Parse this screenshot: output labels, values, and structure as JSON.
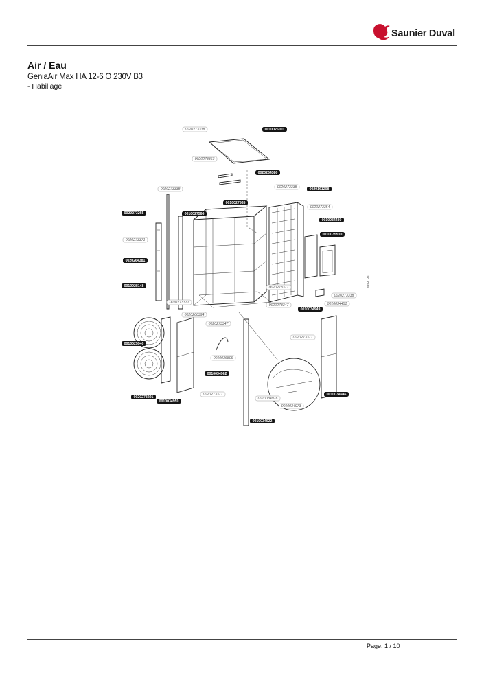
{
  "header": {
    "brand_name": "Saunier Duval",
    "brand_color": "#c8102e"
  },
  "document": {
    "title": "Air / Eau",
    "model": "GeniaAir Max HA 12-6 O 230V B3",
    "section": "- Habillage"
  },
  "diagram": {
    "ref": "8593_02",
    "labels": [
      {
        "text": "0020273338",
        "style": "light"
      },
      {
        "text": "0010026001",
        "style": "dark"
      },
      {
        "text": "0020273363",
        "style": "light"
      },
      {
        "text": "0020264380",
        "style": "dark"
      },
      {
        "text": "0020273338",
        "style": "light"
      },
      {
        "text": "0020273338",
        "style": "light"
      },
      {
        "text": "0020161208",
        "style": "dark"
      },
      {
        "text": "0010027565",
        "style": "dark"
      },
      {
        "text": "0020273354",
        "style": "light"
      },
      {
        "text": "0020273265",
        "style": "dark"
      },
      {
        "text": "0010027566",
        "style": "dark"
      },
      {
        "text": "0010034480",
        "style": "dark"
      },
      {
        "text": "0010035510",
        "style": "dark"
      },
      {
        "text": "0020273371",
        "style": "light"
      },
      {
        "text": "0020264381",
        "style": "dark"
      },
      {
        "text": "0020273371",
        "style": "light"
      },
      {
        "text": "0020273338",
        "style": "light"
      },
      {
        "text": "0010028148",
        "style": "dark"
      },
      {
        "text": "0020273371",
        "style": "light"
      },
      {
        "text": "0020273347",
        "style": "light"
      },
      {
        "text": "0010034451",
        "style": "light"
      },
      {
        "text": "0020266394",
        "style": "light"
      },
      {
        "text": "0010034949",
        "style": "dark"
      },
      {
        "text": "0020273347",
        "style": "light"
      },
      {
        "text": "0020273371",
        "style": "light"
      },
      {
        "text": "0010025940",
        "style": "dark"
      },
      {
        "text": "0010036806",
        "style": "light"
      },
      {
        "text": "0010034962",
        "style": "dark"
      },
      {
        "text": "0020273291",
        "style": "dark"
      },
      {
        "text": "0020273371",
        "style": "light"
      },
      {
        "text": "0010034976",
        "style": "light"
      },
      {
        "text": "0010034946",
        "style": "dark"
      },
      {
        "text": "0010034959",
        "style": "dark"
      },
      {
        "text": "0010034973",
        "style": "light"
      },
      {
        "text": "0010034922",
        "style": "dark"
      }
    ]
  },
  "footer": {
    "page_label": "Page: 1 / 10"
  }
}
